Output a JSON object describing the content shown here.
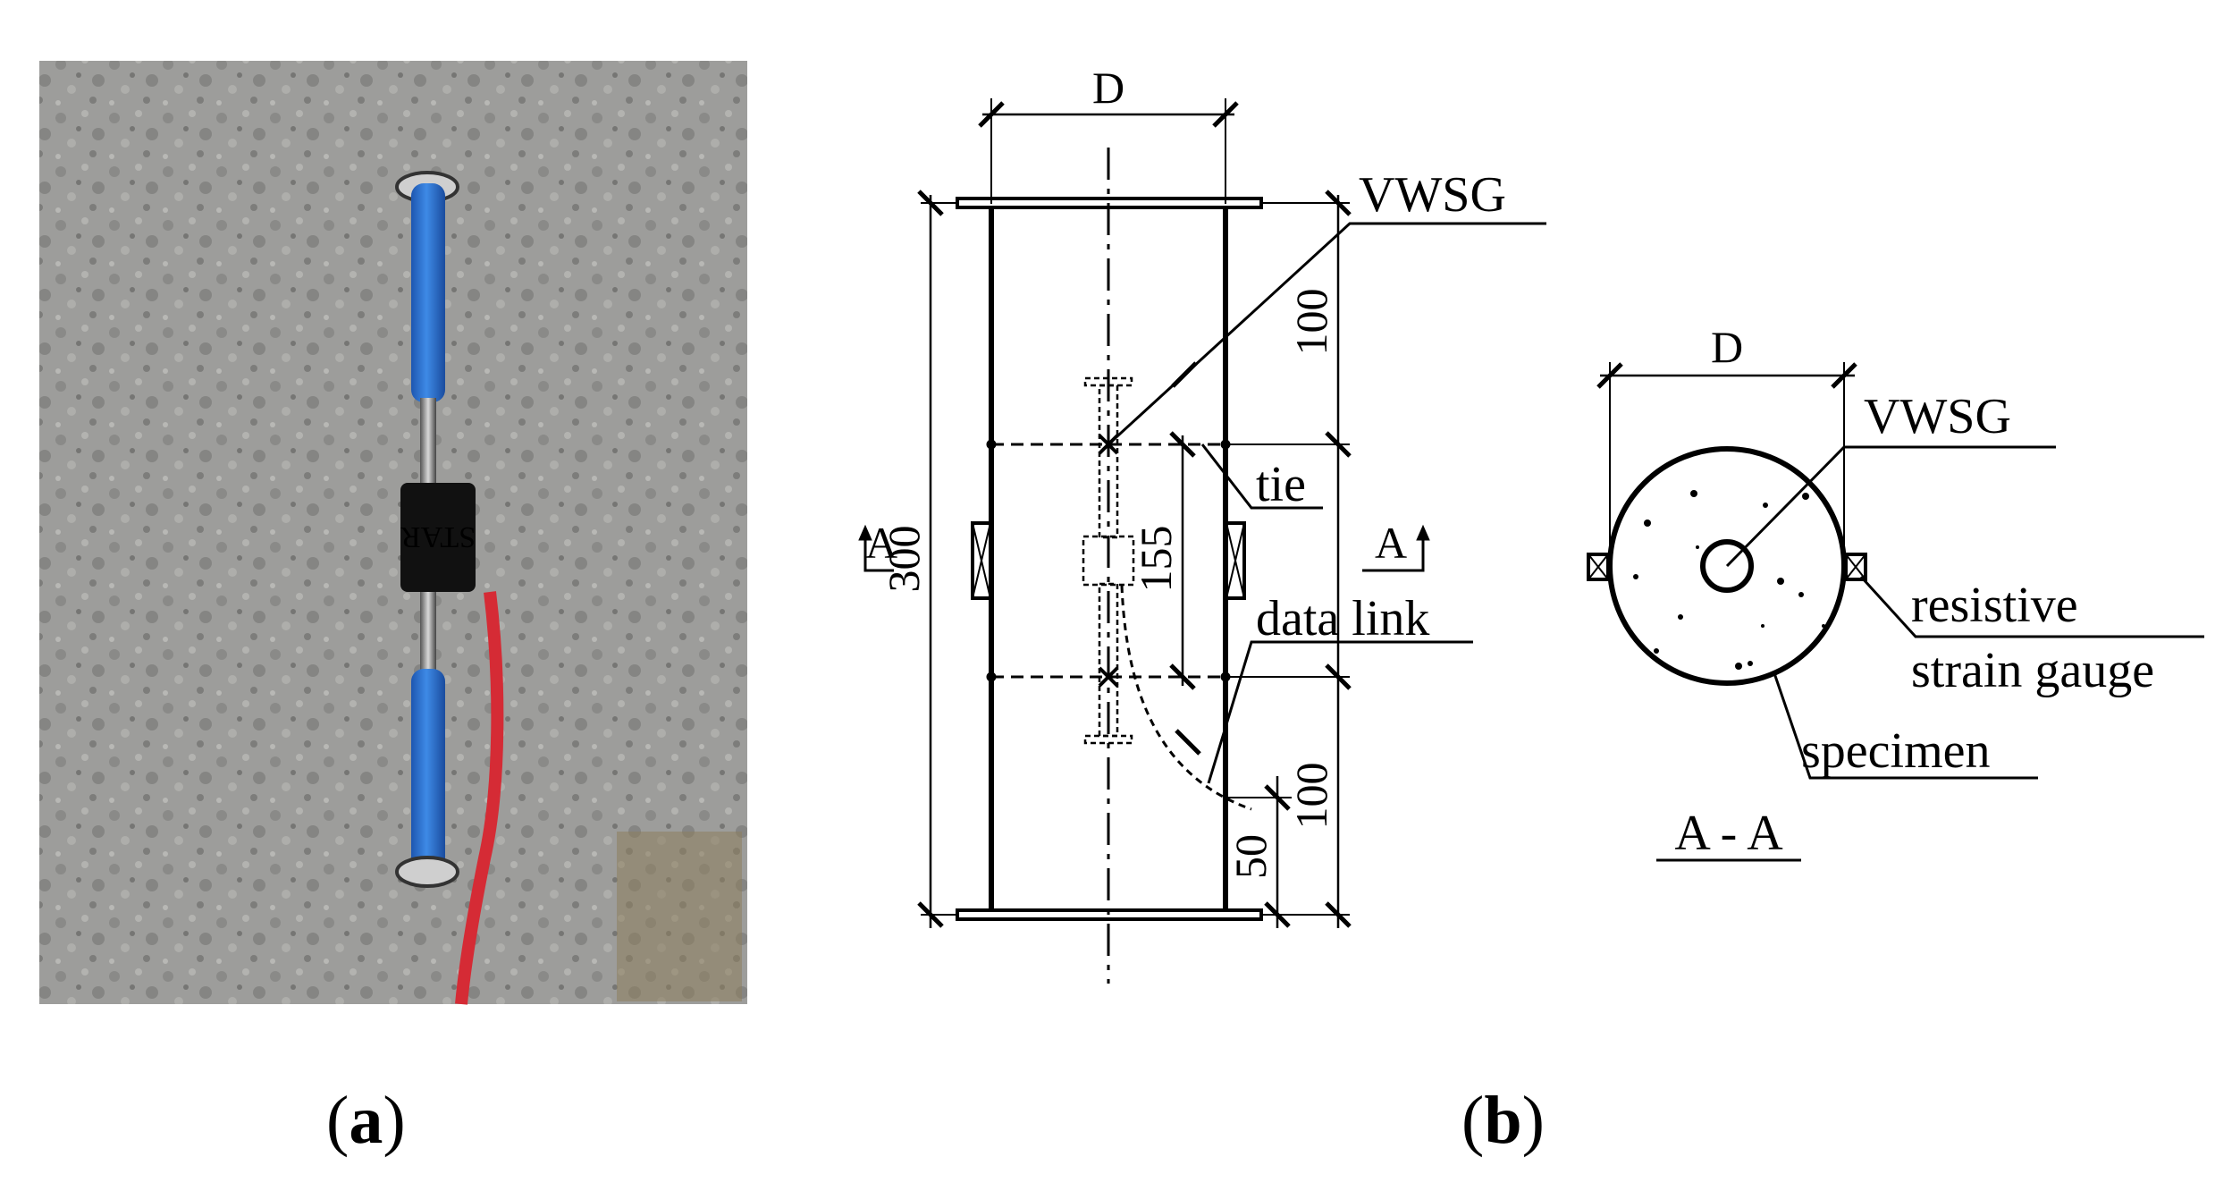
{
  "photo": {
    "gauge_label": "STAR",
    "colors": {
      "concrete": "#9c9c9a",
      "tube": "#2a6fd0",
      "wire": "#d52b35",
      "band": "#111111"
    }
  },
  "drawing": {
    "dim_diameter": "D",
    "dim_height": "300",
    "dim_top_offset": "100",
    "dim_gauge_spacing": "155",
    "dim_bottom_offset": "100",
    "dim_link_exit": "50",
    "label_vwsg": "VWSG",
    "label_tie": "tie",
    "label_data_link": "data link",
    "section_mark_letter": "A"
  },
  "section": {
    "dim_diameter": "D",
    "label_vwsg": "VWSG",
    "label_resistive_line1": "resistive",
    "label_resistive_line2": "strain gauge",
    "label_specimen": "specimen",
    "title": "A - A"
  },
  "captions": {
    "a_open": "(",
    "a_letter": "a",
    "a_close": ")",
    "b_open": "(",
    "b_letter": "b",
    "b_close": ")"
  }
}
